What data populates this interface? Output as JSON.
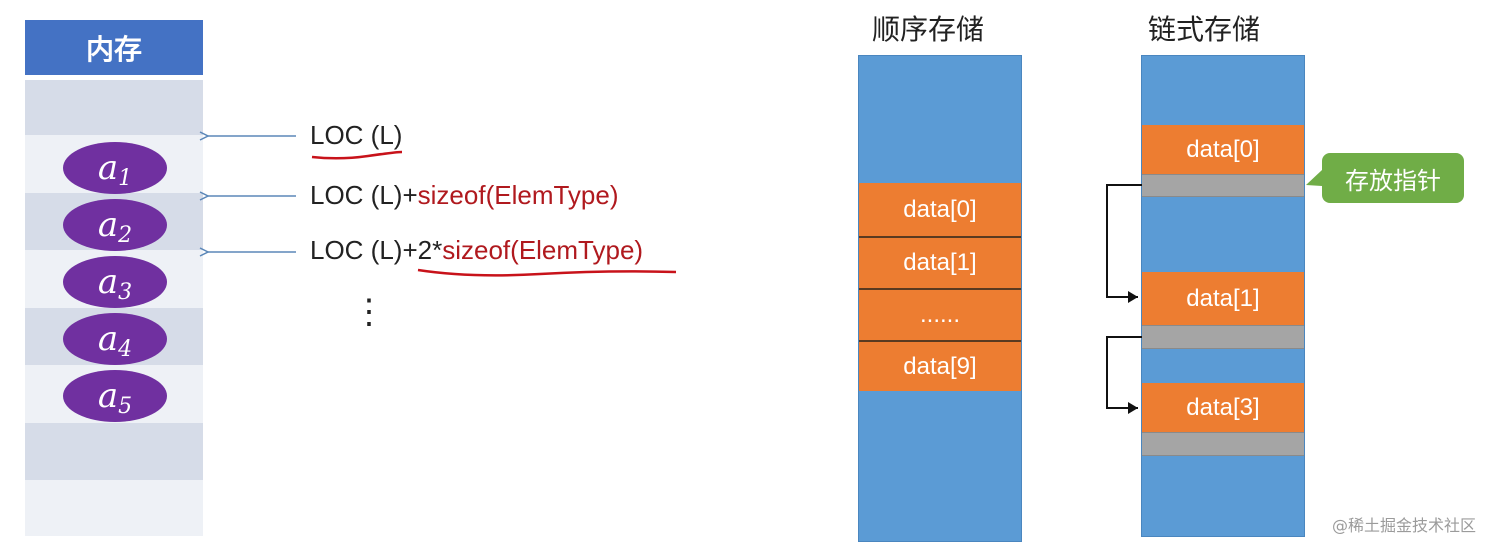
{
  "memory": {
    "header": "内存",
    "elements": [
      {
        "base": "a",
        "sub": "1"
      },
      {
        "base": "a",
        "sub": "2"
      },
      {
        "base": "a",
        "sub": "3"
      },
      {
        "base": "a",
        "sub": "4"
      },
      {
        "base": "a",
        "sub": "5"
      }
    ]
  },
  "addresses": {
    "loc0": {
      "prefix": "LOC (L)"
    },
    "loc1": {
      "prefix": "LOC (L)+",
      "red": "sizeof(ElemType)"
    },
    "loc2": {
      "prefix": "LOC (L)+",
      "mid": "2*",
      "red": "sizeof(ElemType)"
    },
    "ellipsis": "⋮"
  },
  "sequential": {
    "title": "顺序存储",
    "blocks": [
      "data[0]",
      "data[1]",
      "......",
      "data[9]"
    ]
  },
  "linked": {
    "title": "链式存储",
    "blocks": [
      "data[0]",
      "data[1]",
      "data[3]"
    ],
    "pointer_callout": "存放指针"
  },
  "watermark": "@稀土掘金技术社区",
  "colors": {
    "header_blue": "#4472c4",
    "cell_light": "#dce3ee",
    "cell_lighter": "#eef1f6",
    "ellipse_purple": "#7030a0",
    "storage_blue": "#5b9bd5",
    "data_orange": "#ed7d31",
    "pointer_gray": "#a5a5a5",
    "callout_green": "#70ad47",
    "annotation_red": "#b0191e"
  }
}
